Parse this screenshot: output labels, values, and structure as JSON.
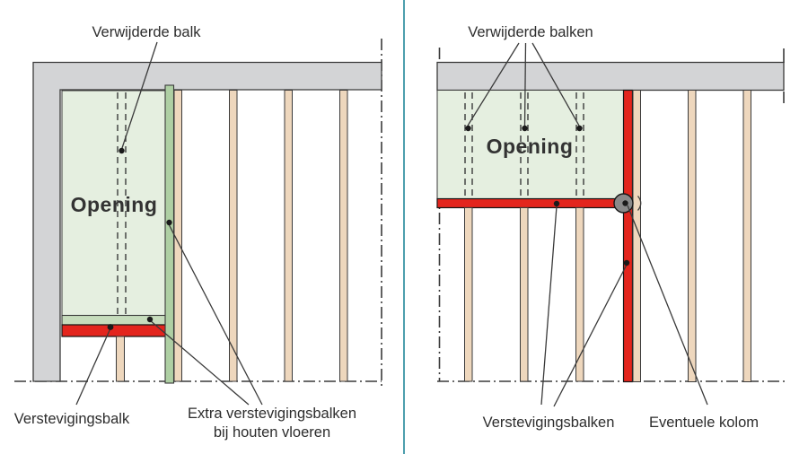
{
  "colors": {
    "background": "#ffffff",
    "divider": "#4d9fad",
    "wall_gray": "#d3d4d6",
    "opening_green": "#e5efe0",
    "beam_green": "#aecfa3",
    "beam_green_strip": "#c6dcbc",
    "stud_tan": "#eed7bd",
    "beam_red": "#e3251d",
    "column_gray": "#8a8a8a",
    "line_dark": "#3a3a3a",
    "text": "#2d2d2d"
  },
  "left_panel": {
    "removed_beam_label": "Verwijderde balk",
    "opening_label": "Opening",
    "reinforcement_beam_label": "Verstevigingsbalk",
    "extra_reinforcement_label_line1": "Extra verstevigingsbalken",
    "extra_reinforcement_label_line2": "bij houten vloeren"
  },
  "right_panel": {
    "removed_beams_label": "Verwijderde balken",
    "opening_label": "Opening",
    "reinforcement_beams_label": "Verstevigingsbalken",
    "optional_column_label": "Eventuele kolom"
  }
}
